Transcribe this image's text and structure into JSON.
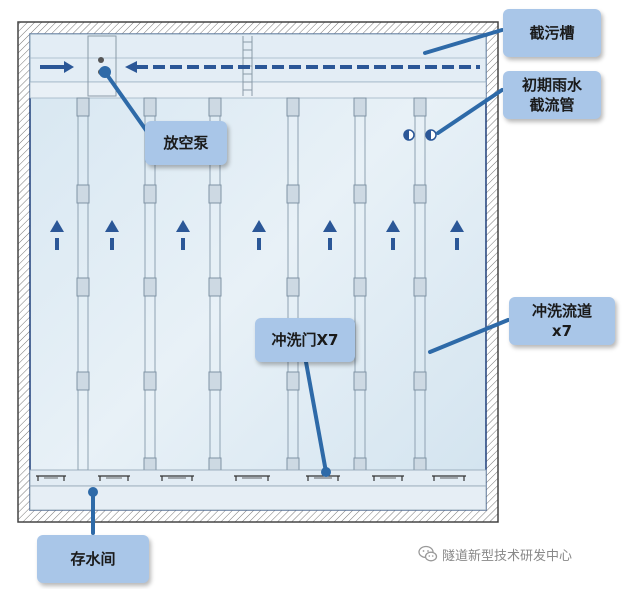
{
  "labels": {
    "interception_trough": "截污槽",
    "initial_rain_pipe": "初期雨水\n截流管",
    "drain_pump": "放空泵",
    "flush_channel": "冲洗流道\nx7",
    "flush_gate": "冲洗门X7",
    "water_room": "存水间"
  },
  "watermark": {
    "text": "隧道新型技术研发中心",
    "icon": "wechat-icon"
  },
  "colors": {
    "callout_bg": "#a9c6e8",
    "arrow": "#2b5797",
    "leader": "#2e6aa8",
    "frame": "#555555",
    "pool": "#dbe9f3"
  }
}
